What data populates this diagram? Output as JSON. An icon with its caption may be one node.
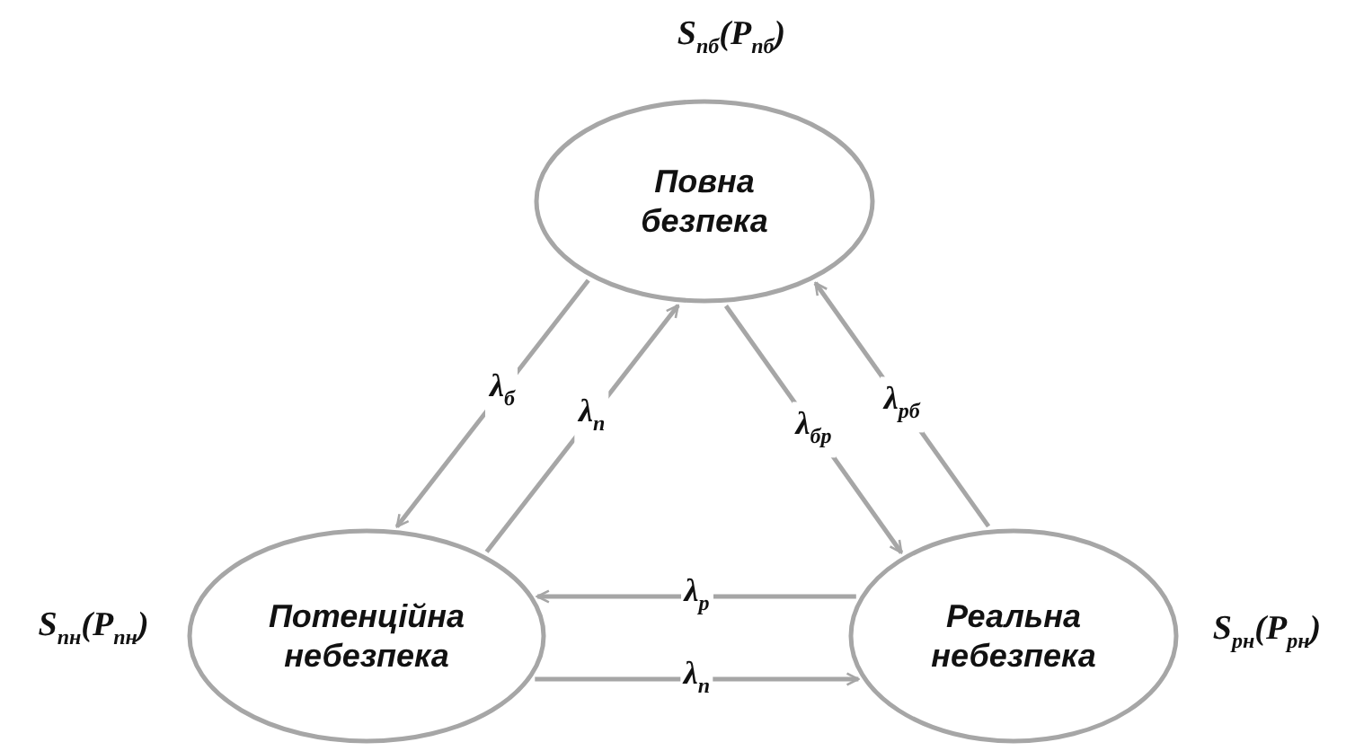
{
  "diagram": {
    "nodes": [
      {
        "text": [
          "Повна безпека"
        ],
        "beside": [
          "S$_{пб}$(P$_{пб}$)"
        ]
      },
      {
        "text": [
          "Потенційна небезпека"
        ],
        "beside": [
          "S$_{пн}$(P$_{пн}$)"
        ]
      },
      {
        "text": [
          "Реальна небезпека"
        ],
        "beside": [
          "S$_{рн}$(P$_{рн}$)"
        ]
      }
    ],
    "edges": [
      {
        "from": 0,
        "to": 1,
        "arrow": "to",
        "label": "λ$_{б}$"
      },
      {
        "from": 1,
        "to": 0,
        "arrow": "to",
        "label": "λ$_{п}$"
      },
      {
        "from": 0,
        "to": 2,
        "arrow": "to",
        "label": "λ$_{бр}$"
      },
      {
        "from": 2,
        "to": 0,
        "arrow": "to",
        "label": "λ$_{рб}$"
      },
      {
        "from": 2,
        "to": 1,
        "arrow": "to",
        "label": "λ$_{р}$"
      },
      {
        "from": 1,
        "to": 2,
        "arrow": "to",
        "label": "λ$_{п}$"
      }
    ]
  }
}
